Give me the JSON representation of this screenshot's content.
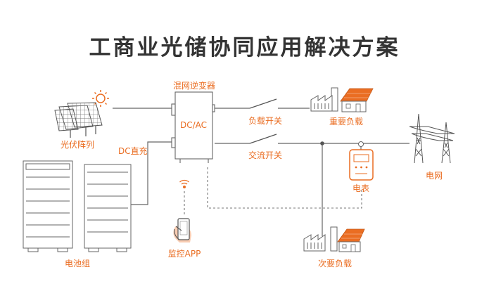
{
  "title": "工商业光储协同应用解决方案",
  "labels": {
    "inverter": "混网逆变器",
    "dc_ac": "DC/AC",
    "pv_array": "光伏阵列",
    "dc_charge": "DC直充",
    "battery_group": "电池组",
    "monitor_app": "监控APP",
    "load_switch": "负载开关",
    "ac_switch": "交流开关",
    "critical_load": "重要负载",
    "meter": "电表",
    "grid": "电网",
    "secondary_load": "次要负载"
  },
  "colors": {
    "accent": "#ea6d22",
    "line": "#666666",
    "title": "#333333"
  },
  "icons": [
    "sun-icon",
    "solar-panel-icon",
    "battery-cabinet-icon",
    "inverter-icon",
    "phone-app-icon",
    "wifi-signal-icon",
    "factory-icon",
    "house-icon",
    "electric-meter-icon",
    "transmission-tower-icon",
    "switch-icon"
  ]
}
